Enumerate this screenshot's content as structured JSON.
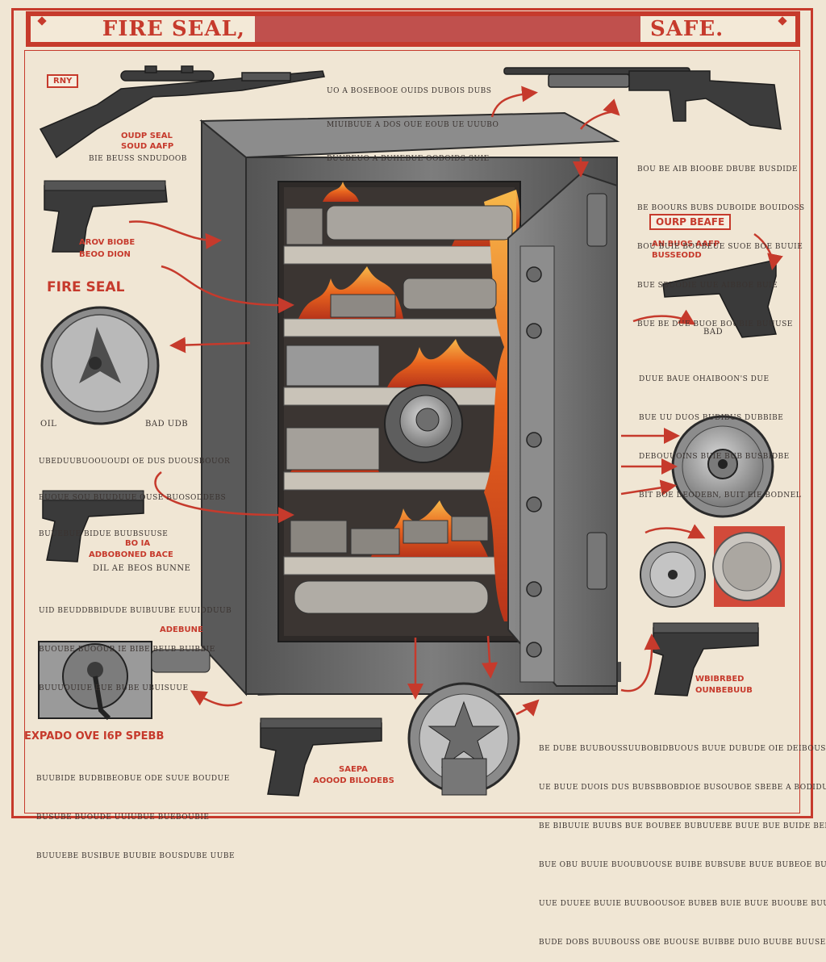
{
  "title": {
    "left": "FIRE SEAL,",
    "right": "SAFE."
  },
  "labels": {
    "top_left_tag": "RNY",
    "rifle_left_label_1": "OUDP SEAL",
    "rifle_left_label_2": "SOUD AAFP",
    "rifle_left_sub": "BIE BEUSS SNDUDOOB",
    "pistol_left_label_1": "AROV BIOBE",
    "pistol_left_label_2": "BEOO DION",
    "fire_seal": "FIRE SEAL",
    "right_tag": "OURP BEAFE",
    "right_label_1": "AN BUOS AAFP",
    "right_label_2": "BUSSEODD",
    "right_small": "BAD",
    "mid_left_small_1": "OIL",
    "mid_left_small_2": "BAD UDB",
    "pistol2_label_1": "BO IA",
    "pistol2_label_2": "ADBOBONED BACE",
    "pistol2_label_3": "DIL AE BEOS BUNNE",
    "lower_left_label": "ADEBUNE",
    "bottom_left_heading": "EXPADO OVE I6P SPEBB",
    "bottom_center_label_1": "SAEPA",
    "bottom_center_label_2": "AOOOD BILODEBS",
    "bottom_right_label_1": "WBIBRBED",
    "bottom_right_label_2": "OUNBEBUUB"
  },
  "paragraphs": {
    "top_center": [
      "UO A BOSEBOOE OUIDS DUBOIS DUBS",
      "MIUIBUUE A DOS OUE EOUB UE UUUBO",
      "BUUBEUO A BUIIEBUE OOBOIDS SUIE"
    ],
    "right_top": [
      "BOU BE AIB BIOOBE DBUBE BUSDIDE",
      "BE BOOURS BUBS DUBOIDE BOUIDOSS",
      "BOU BUIE BOUBEUE SUOE BOE BUUIE",
      "BUE SBUODIE UUE AIBBOE BUIE",
      "BUE BE DUE BUOE BOUBIE BUUUSE"
    ],
    "right_middle": [
      "DUUE BAUE OHAIBOON'S DUE",
      "BUE UU DUOS BUDIBUS DUBBIBE",
      "DEBOUUOINS BUIE BUB BUSBIDBE",
      "BIT BOE DEODEBN, BUIT EIE BODNEL"
    ],
    "left_middle": [
      "UBEDUUBUOOUOUDI OE DUS DUOUSBOUOR",
      "BUOUE SOU BUUDUUE OUSE BUOSODDEBS",
      "BUUEBUE BIDUE BUUBSUUSE"
    ],
    "left_lower": [
      "UID BEUDDBBIDUDE BUIBUUBE EUUIDDUUB",
      "BUOUBE BUOOUB IE BIBE BEUB BUIBBIE",
      "BUUUOUIUE BUE BUBE UBUISUUE"
    ],
    "bottom_left": [
      "BUUBIDE BUDBIBEOBUE ODE SUUE BOUDUE",
      "BUSUBE BUOUDE UUIUBUE BUEBOUBIE",
      "BUUUEBE BUSIBUE BUUBIE BOUSDUBE UUBE"
    ],
    "bottom_right": [
      "BE DUBE BUUBOUSSUUBOBIDBUOUS BUUE DUBUDE OIE DEIBOUSBUE BIB.",
      "UE BUUE DUOIS DUS BUBSBBOBDIOE BUSOUBOE SBEBE A BODIDUUE",
      "BE BIBUUIE BUUBS BUE BOUBEE BUBUUEBE BUUE BUE BUIDE BEBISE",
      "BUE OBU BUUIE BUOUBUOUSE BUIBE BUBSUBE BUUE BUBEOE BUIBUE",
      "UUE DUUEE BUUIE BUUBOOUSOE BUBEB BUIE BUUE BUOUBE BUUBE",
      "BUDE DOBS BUUBOUSS OBE BUOUSE BUIBBE DUIO BUUBE BUUSE BIB."
    ]
  },
  "colors": {
    "accent": "#c63a2c",
    "paper": "#f0e6d4",
    "steel": "#6d6d6d",
    "steel_dark": "#3e3e3e",
    "flame": "#e8641e",
    "redaction": "#c0504d"
  },
  "icons": [
    "rifle-icon",
    "shotgun-icon",
    "pistol-icon",
    "combination-dial-icon",
    "star-emblem-icon",
    "seal-medallion-icon"
  ]
}
